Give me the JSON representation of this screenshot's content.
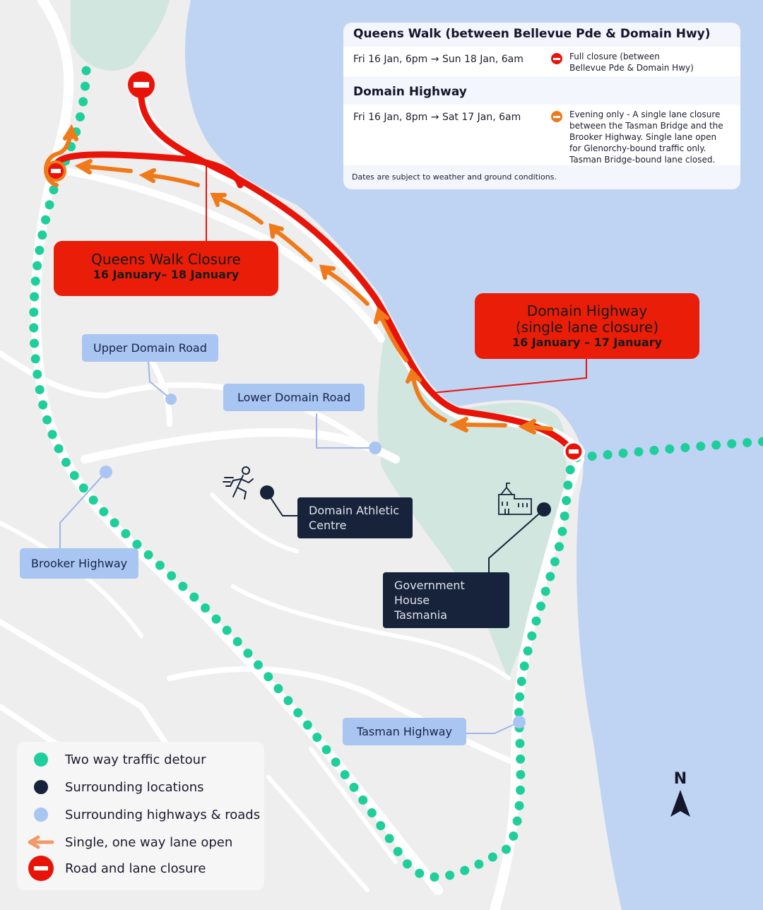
{
  "panel": {
    "section1": {
      "title": "Queens Walk (between Bellevue Pde & Domain Hwy)",
      "dates": "Fri 16 Jan, 6pm → Sun 18 Jan, 6am",
      "description": "Full closure (between Bellevue Pde & Domain Hwy)",
      "icon": "full-closure-icon",
      "color": "#e8140a"
    },
    "section2": {
      "title": "Domain Highway",
      "dates": "Fri 16 Jan, 8pm → Sat 17 Jan, 6am",
      "description": "Evening only - A single lane closure between the Tasman Bridge and the Brooker Highway. Single lane open for Glenorchy-bound traffic only. Tasman Bridge-bound lane closed.",
      "icon": "lane-closure-icon",
      "color": "#f07a1a"
    },
    "note": "Dates are subject to weather and ground conditions."
  },
  "callouts": {
    "queens_walk": {
      "title": "Queens Walk Closure",
      "dates": "16 January– 18 January"
    },
    "domain_highway": {
      "title_line1": "Domain Highway",
      "title_line2": "(single lane closure)",
      "dates": "16 January – 17 January"
    }
  },
  "roads": {
    "upper_domain": "Upper Domain Road",
    "lower_domain": "Lower Domain Road",
    "brooker": "Brooker Highway",
    "tasman": "Tasman Highway"
  },
  "locations": {
    "athletic_line1": "Domain Athletic",
    "athletic_line2": "Centre",
    "gov_line1": "Government House",
    "gov_line2": "Tasmania"
  },
  "legend": {
    "detour": "Two way traffic detour",
    "locations": "Surrounding locations",
    "roads": "Surrounding highways & roads",
    "single_lane": "Single, one way lane open",
    "closure": "Road and lane closure"
  },
  "north": "N",
  "colors": {
    "water": "#bfd3f3",
    "park": "#d1e6df",
    "road": "#ffffff",
    "detour": "#1fcf9b",
    "closure": "#e8140a",
    "lane": "#f07a1a",
    "road_label": "#a9c5f1",
    "location": "#17233a"
  }
}
